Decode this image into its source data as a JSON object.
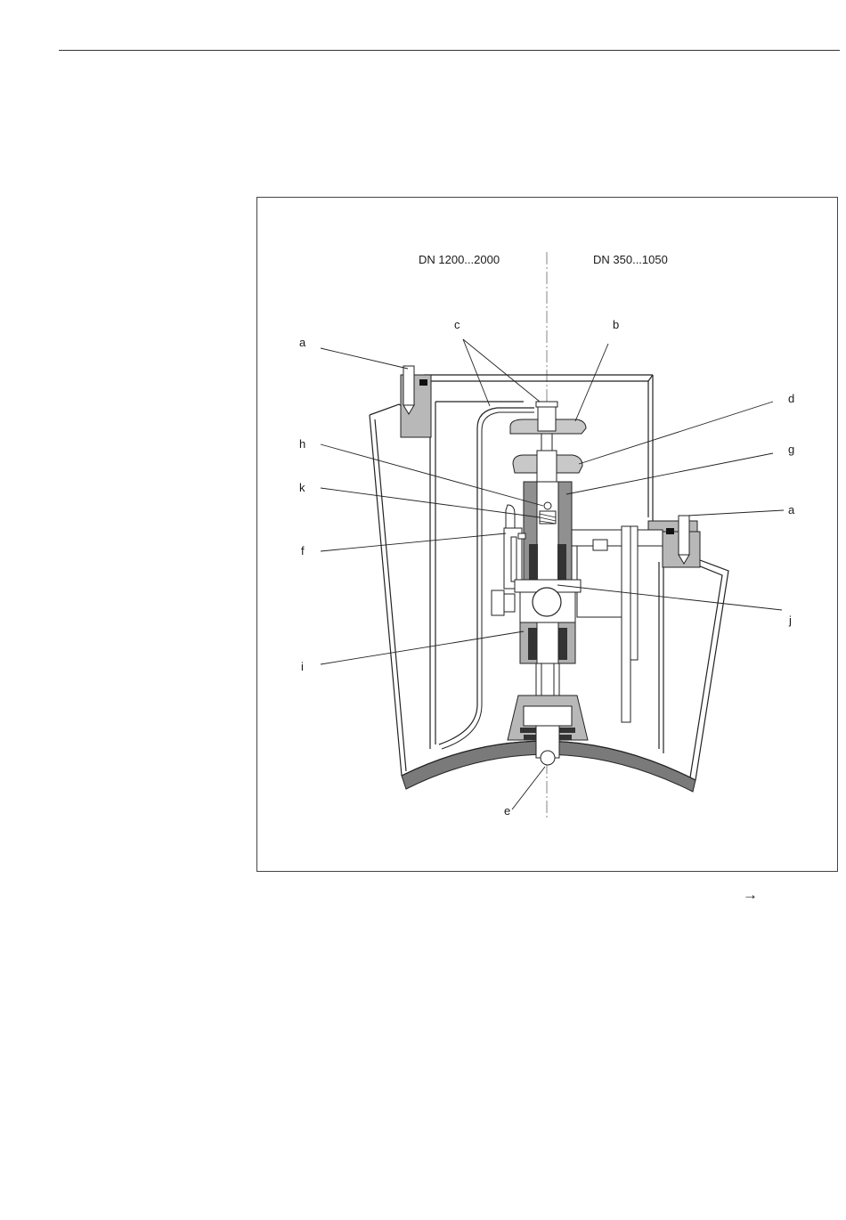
{
  "figure": {
    "header_left": "DN 1200...2000",
    "header_right": "DN 350...1050",
    "labels": {
      "a_left": "a",
      "a_right": "a",
      "b": "b",
      "c": "c",
      "d": "d",
      "e": "e",
      "f": "f",
      "g": "g",
      "h": "h",
      "i": "i",
      "j": "j",
      "k": "k"
    }
  },
  "continue_arrow": "→"
}
